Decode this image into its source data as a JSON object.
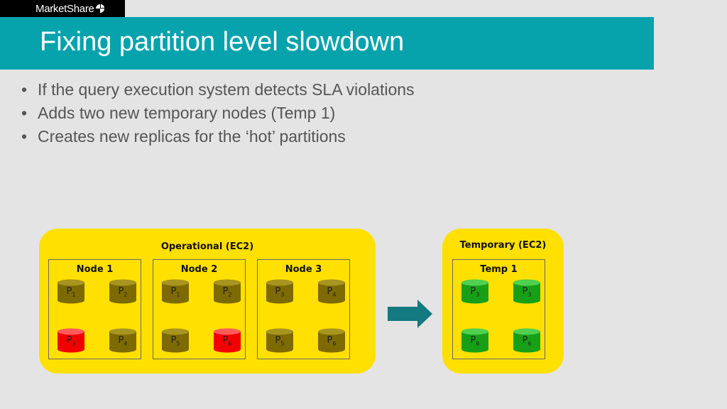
{
  "brand": {
    "logo_text": "MarketShare"
  },
  "slide": {
    "title": "Fixing partition level slowdown"
  },
  "bullets": [
    "If the query execution system detects SLA violations",
    "Adds two new temporary nodes (Temp 1)",
    "Creates new replicas for the ‘hot’ partitions"
  ],
  "diagram": {
    "operational_label": "Operational (EC2)",
    "temporary_label": "Temporary (EC2)",
    "nodes": [
      {
        "label": "Node 1",
        "partitions": [
          {
            "p": "P",
            "sub": "1",
            "state": "normal"
          },
          {
            "p": "P",
            "sub": "2",
            "state": "normal"
          },
          {
            "p": "P",
            "sub": "3",
            "state": "hot"
          },
          {
            "p": "P",
            "sub": "4",
            "state": "normal"
          }
        ]
      },
      {
        "label": "Node 2",
        "partitions": [
          {
            "p": "P",
            "sub": "1",
            "state": "normal"
          },
          {
            "p": "P",
            "sub": "2",
            "state": "normal"
          },
          {
            "p": "P",
            "sub": "5",
            "state": "normal"
          },
          {
            "p": "P",
            "sub": "6",
            "state": "hot"
          }
        ]
      },
      {
        "label": "Node 3",
        "partitions": [
          {
            "p": "P",
            "sub": "3",
            "state": "normal"
          },
          {
            "p": "P",
            "sub": "4",
            "state": "normal"
          },
          {
            "p": "P",
            "sub": "5",
            "state": "normal"
          },
          {
            "p": "P",
            "sub": "6",
            "state": "normal"
          }
        ]
      }
    ],
    "temp_node": {
      "label": "Temp 1",
      "partitions": [
        {
          "p": "P",
          "sub": "3",
          "state": "replica"
        },
        {
          "p": "P",
          "sub": "3",
          "state": "replica"
        },
        {
          "p": "P",
          "sub": "6",
          "state": "replica"
        },
        {
          "p": "P",
          "sub": "6",
          "state": "replica"
        }
      ]
    },
    "colors": {
      "normal": {
        "body": "#7d6a00",
        "top": "#a89520"
      },
      "hot": {
        "body": "#f20000",
        "top": "#ff5a5a"
      },
      "replica": {
        "body": "#17a017",
        "top": "#4fd04f"
      },
      "group": "#ffe000",
      "arrow": "#127a80",
      "title_band": "#06a3ad"
    }
  }
}
